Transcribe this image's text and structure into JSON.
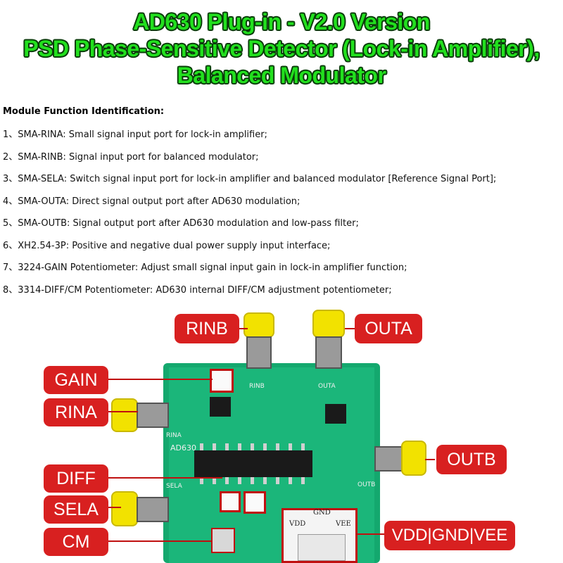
{
  "title": {
    "line1": "AD630 Plug-in - V2.0 Version",
    "line2": "PSD Phase-Sensitive Detector (Lock-in Amplifier),",
    "line3": "Balanced Modulator"
  },
  "functions": {
    "heading": "Module Function Identification:",
    "items": [
      "1、SMA-RINA: Small signal input port for lock-in amplifier;",
      "2、SMA-RINB: Signal input port for balanced modulator;",
      "3、SMA-SELA: Switch signal input port for lock-in amplifier and balanced modulator [Reference Signal Port];",
      "4、SMA-OUTA: Direct signal output port after AD630 modulation;",
      "5、SMA-OUTB: Signal output port after AD630 modulation and low-pass filter;",
      "6、XH2.54-3P: Positive and negative dual power supply input interface;",
      "7、3224-GAIN Potentiometer: Adjust small signal input gain in lock-in amplifier function;",
      "8、3314-DIFF/CM Potentiometer: AD630 internal DIFF/CM adjustment potentiometer;"
    ]
  },
  "labels": {
    "rinb": "RINB",
    "outa": "OUTA",
    "gain": "GAIN",
    "rina": "RINA",
    "outb": "OUTB",
    "diff": "DIFF",
    "sela": "SELA",
    "cm": "CM",
    "power": "VDD|GND|VEE"
  },
  "board_silk": {
    "rinb": "RINB",
    "outa": "OUTA",
    "rina": "RINA",
    "ad630": "AD630",
    "sela": "SELA",
    "outb": "OUTB",
    "gnd": "GND",
    "vdd": "VDD",
    "vee": "VEE"
  },
  "colors": {
    "title_green": "#22e01e",
    "label_red": "#d82020",
    "board_green": "#1bb67a",
    "sma_yellow": "#f2e200"
  }
}
